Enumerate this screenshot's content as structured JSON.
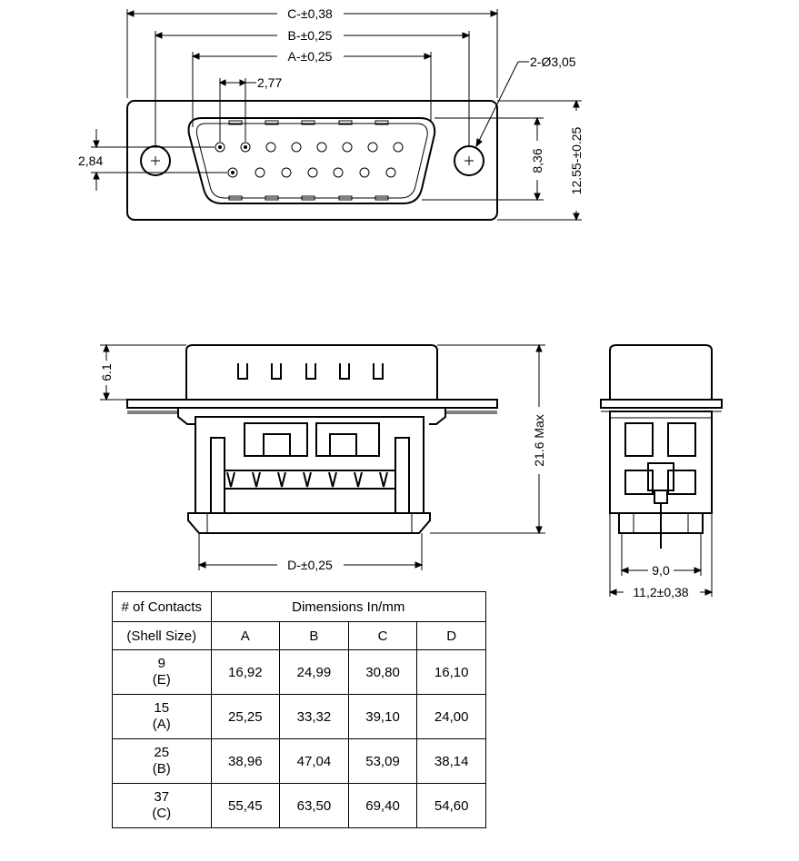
{
  "top_view": {
    "dim_c": "C-±0,38",
    "dim_b": "B-±0,25",
    "dim_a": "A-±0,25",
    "dim_pitch": "2,77",
    "dim_hole": "2-Ø3,05",
    "dim_row": "2,84",
    "dim_height_inner": "8,36",
    "dim_height_outer": "12.55-±0.25"
  },
  "side_view": {
    "dim_pin_height": "6.1",
    "dim_total_height": "21.6 Max",
    "dim_d": "D-±0,25"
  },
  "end_view": {
    "dim_inner_width": "9,0",
    "dim_outer_width": "11,2±0,38"
  },
  "table": {
    "header_contacts_line1": "# of Contacts",
    "header_contacts_line2": "(Shell Size)",
    "header_dimensions": "Dimensions  In/mm",
    "columns": [
      "A",
      "B",
      "C",
      "D"
    ],
    "rows": [
      {
        "contacts": "9",
        "shell": "(E)",
        "values": [
          "16,92",
          "24,99",
          "30,80",
          "16,10"
        ]
      },
      {
        "contacts": "15",
        "shell": "(A)",
        "values": [
          "25,25",
          "33,32",
          "39,10",
          "24,00"
        ]
      },
      {
        "contacts": "25",
        "shell": "(B)",
        "values": [
          "38,96",
          "47,04",
          "53,09",
          "38,14"
        ]
      },
      {
        "contacts": "37",
        "shell": "(C)",
        "values": [
          "55,45",
          "63,50",
          "69,40",
          "54,60"
        ]
      }
    ]
  }
}
